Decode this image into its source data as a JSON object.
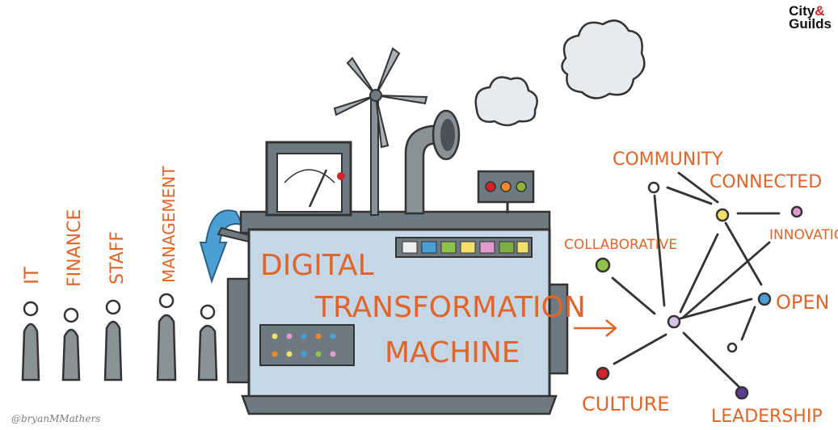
{
  "logo": {
    "line1": "City",
    "amp": "&",
    "line2": "Guilds"
  },
  "roles": [
    "IT",
    "FINANCE",
    "STAFF",
    "MANAGEMENT"
  ],
  "machine": {
    "line1": "DIGITAL",
    "line2": "TRANSFORMATION",
    "line3": "MACHINE"
  },
  "network": {
    "community": "COMMUNITY",
    "connected": "CONNECTED",
    "innovation": "INNOVATION",
    "collaborative": "COLLABORATIVE",
    "open": "OPEN",
    "culture": "CULTURE",
    "leadership": "LEADERSHIP"
  },
  "credit": "@bryanMMathers",
  "colors": {
    "orange": "#e0652a",
    "machine_body": "#c5d7e6",
    "machine_dark": "#6e7a82",
    "person": "#8a9296",
    "arrow_blue": "#4b9fd5"
  }
}
